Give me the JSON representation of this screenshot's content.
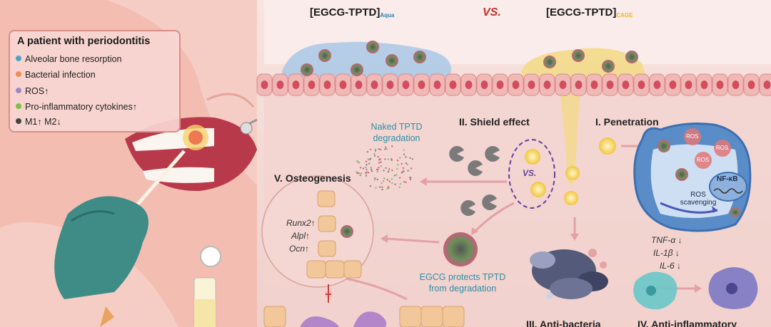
{
  "header": {
    "left_label": "[EGCG-TPTD]",
    "left_sub": "Aqua",
    "vs": "VS.",
    "right_label": "[EGCG-TPTD]",
    "right_sub": "CAGE"
  },
  "patient_box": {
    "title": "A patient with periodontitis",
    "items": [
      {
        "label": "Alveolar bone resorption",
        "color": "#4fa3c7"
      },
      {
        "label": "Bacterial infection",
        "color": "#ef8d55"
      },
      {
        "label": "ROS↑",
        "color": "#9b8ac4"
      },
      {
        "label": "Pro-inflammatory cytokines↑",
        "color": "#7cc144"
      },
      {
        "label": "M1↑ M2↓",
        "color": "#444444"
      }
    ]
  },
  "sections": {
    "shield": "II. Shield effect",
    "penetration": "I. Penetration",
    "osteogenesis": "V. Osteogenesis",
    "anti_bacteria": "III. Anti-bacteria",
    "anti_inflammatory": "IV. Anti-inflammatory"
  },
  "notes": {
    "naked": "Naked TPTD degradation",
    "vs_small": "VS.",
    "protect": "EGCG protects TPTD from degradation"
  },
  "genes": [
    "Runx2↑",
    "Alpl↑",
    "Ocn↑"
  ],
  "cytokines": [
    "TNF-α ↓",
    "IL-1β ↓",
    "IL-6 ↓"
  ],
  "cell_labels": {
    "ros": "ROS",
    "nfkb": "NF-κB",
    "scavenging": "ROS scavenging"
  },
  "colors": {
    "aqua": "#2a7fb8",
    "cage": "#f2b51b",
    "vs": "#c9302c",
    "teal_text": "#2f8fa7",
    "glove": "#3f8c86"
  }
}
